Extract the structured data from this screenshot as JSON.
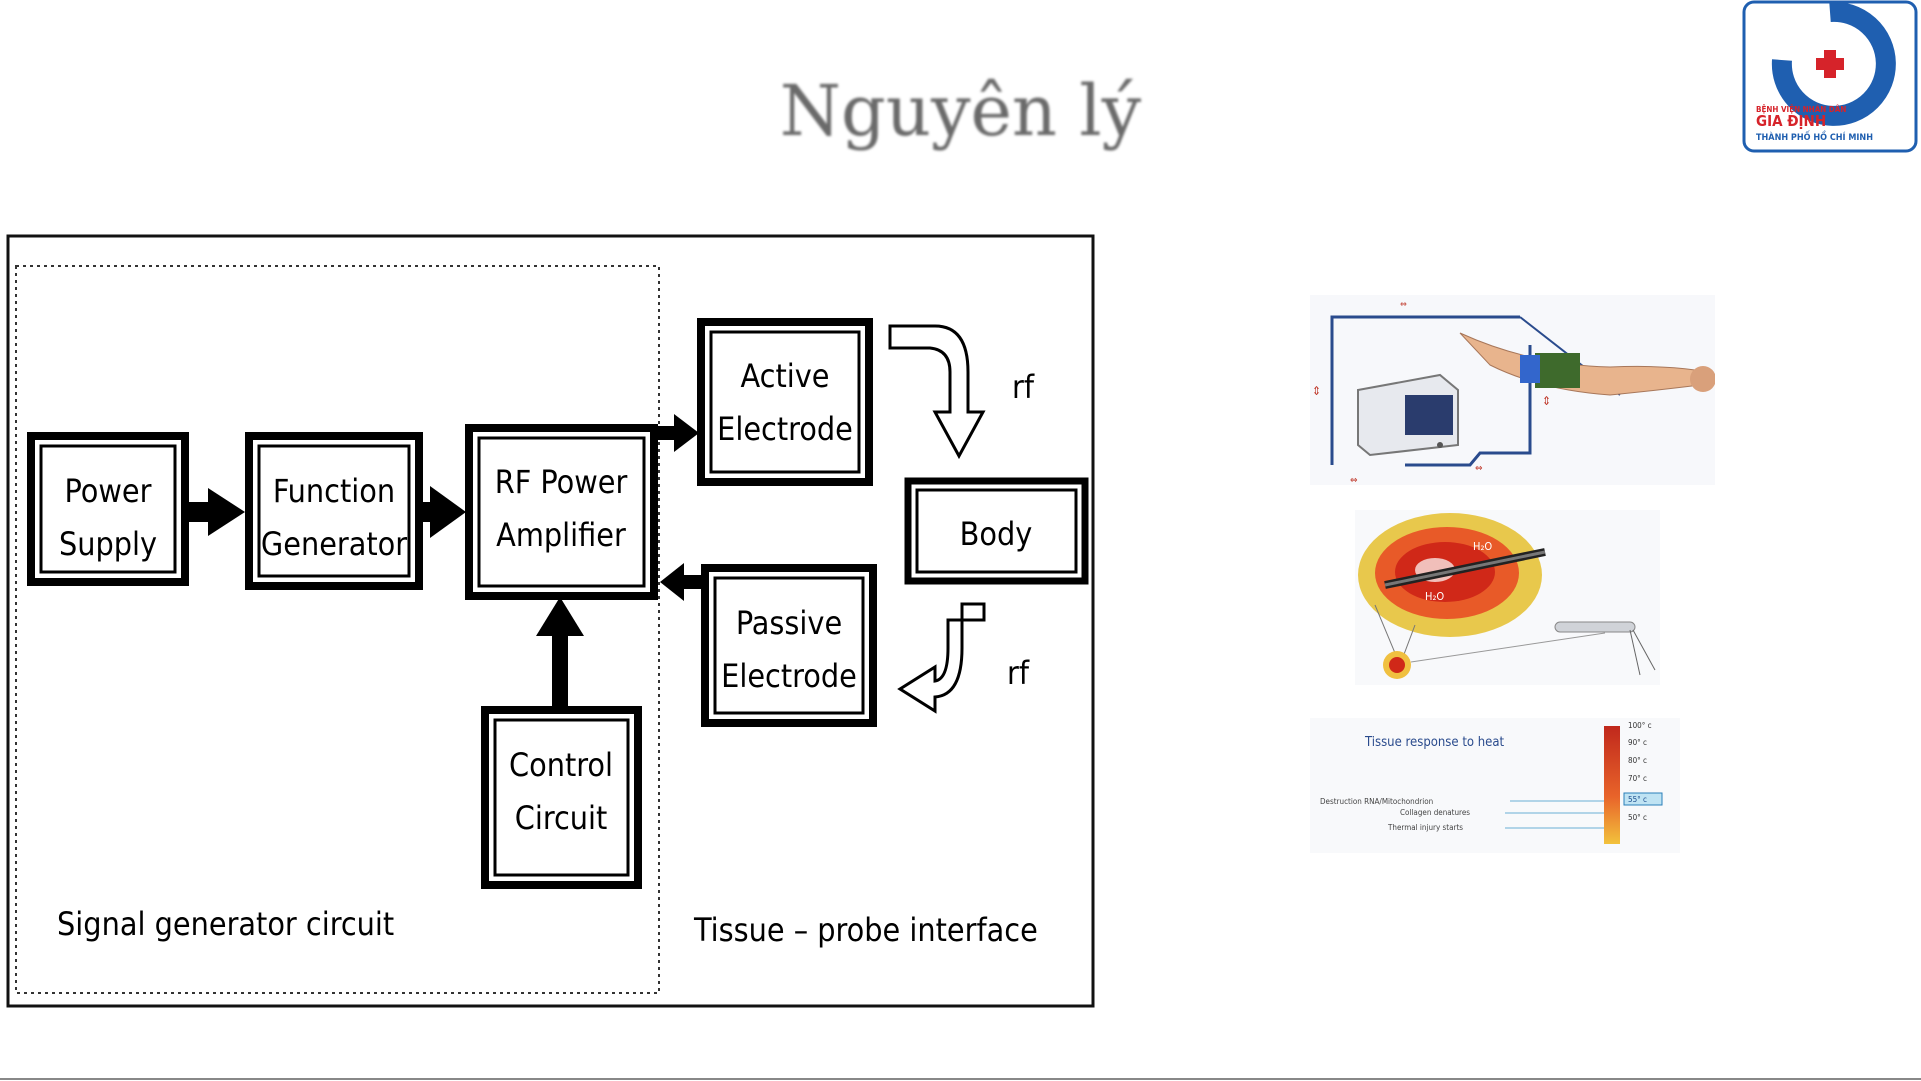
{
  "slide": {
    "title": "Nguyên lý"
  },
  "logo": {
    "name_line1": "BỆNH VIỆN NHÂN DÂN",
    "name_line2": "GIA ĐỊNH",
    "name_line3": "THÀNH PHỐ HỒ CHÍ MINH"
  },
  "diagram": {
    "blocks": {
      "power_supply": [
        "Power",
        "Supply"
      ],
      "function_generator": [
        "Function",
        "Generator"
      ],
      "rf_power_amplifier": [
        "RF Power",
        "Amplifier"
      ],
      "control_circuit": [
        "Control",
        "Circuit"
      ],
      "active_electrode": [
        "Active",
        "Electrode"
      ],
      "passive_electrode": [
        "Passive",
        "Electrode"
      ],
      "body": [
        "Body"
      ]
    },
    "rf_top": "rf",
    "rf_bottom": "rf",
    "region_signal": "Signal generator circuit",
    "region_tissue": "Tissue – probe interface"
  },
  "images": {
    "tissue_chart": {
      "title": "Tissue response to heat",
      "scale": [
        "100° c",
        "90° c",
        "80° c",
        "70° c",
        "55° c",
        "50° c"
      ],
      "labels": [
        "Destruction RNA/Mitochondrion",
        "Collagen denatures",
        "Thermal injury starts"
      ]
    }
  },
  "colors": {
    "logo_blue": "#1f5fb0",
    "logo_red": "#d6232a",
    "ablation_red": "#e03020",
    "ablation_yellow": "#f5c23a"
  }
}
